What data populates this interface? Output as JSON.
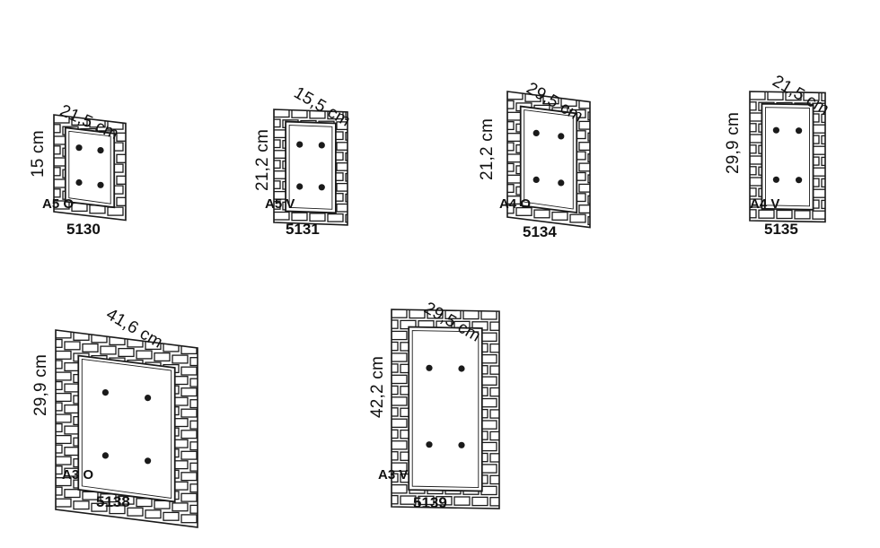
{
  "colors": {
    "line": "#1a1a1a",
    "fill": "#ffffff",
    "text": "#111111"
  },
  "panels": [
    {
      "code": "5130",
      "format": "A5 O",
      "width": "21,5 cm",
      "height": "15 cm",
      "orientation": "landscape",
      "bolts": 4
    },
    {
      "code": "5131",
      "format": "A5 V",
      "width": "15,5 cm",
      "height": "21,2 cm",
      "orientation": "portrait",
      "bolts": 4
    },
    {
      "code": "5134",
      "format": "A4 O",
      "width": "29,5 cm",
      "height": "21,2 cm",
      "orientation": "landscape",
      "bolts": 4
    },
    {
      "code": "5135",
      "format": "A4 V",
      "width": "21,5 cm",
      "height": "29,9 cm",
      "orientation": "portrait",
      "bolts": 4
    },
    {
      "code": "5138",
      "format": "A3 O",
      "width": "41,6 cm",
      "height": "29,9 cm",
      "orientation": "landscape",
      "bolts": 4
    },
    {
      "code": "5139",
      "format": "A3 V",
      "width": "29,5 cm",
      "height": "42,2 cm",
      "orientation": "portrait",
      "bolts": 4
    }
  ]
}
